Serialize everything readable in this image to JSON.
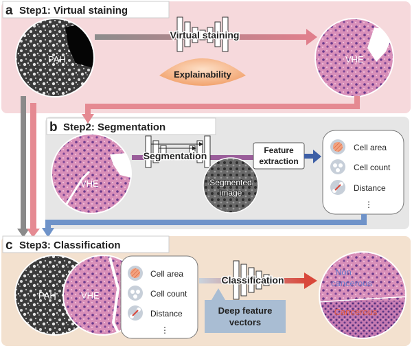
{
  "panels": {
    "a": {
      "letter": "a",
      "title": "Step1: Virtual staining"
    },
    "b": {
      "letter": "b",
      "title": "Step2: Segmentation"
    },
    "c": {
      "letter": "c",
      "title": "Step3: Classification"
    }
  },
  "step1": {
    "input_label": "PAH",
    "arrow_label": "Virtual staining",
    "explain_label": "Explainability",
    "output_label": "VHE"
  },
  "step2": {
    "input_label": "VHE",
    "seg_label": "Segmentation",
    "segmented_line1": "Segmented",
    "segmented_line2": "image",
    "feature_line1": "Feature",
    "feature_line2": "extraction",
    "features": [
      "Cell area",
      "Cell count",
      "Distance"
    ],
    "ellipsis": "⋮"
  },
  "step3": {
    "pah_label": "PAH",
    "vhe_label": "VHE",
    "features": [
      "Cell area",
      "Cell count",
      "Distance"
    ],
    "ellipsis": "⋮",
    "class_label": "Classification",
    "dfv_line1": "Deep feature",
    "dfv_line2": "vectors",
    "non_line1": "Non",
    "non_line2": "cancerous",
    "cancerous": "Cancerous"
  },
  "colors": {
    "panel_a": "#f6d9dc",
    "panel_b": "#e6e6e6",
    "panel_c": "#f3e1cf",
    "pink_arrow": "#e58a92",
    "blue_arrow": "#6f93c9",
    "gray_arrow": "#8a8a8a",
    "dfv_box": "#a9bdd3"
  }
}
